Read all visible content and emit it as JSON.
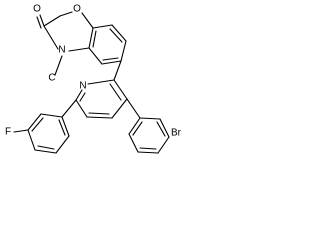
{
  "molecule": {
    "atoms": {
      "oxo_oxygen": "O",
      "ring_oxygen": "O",
      "ring_nitrogen": "N",
      "methyl_carbon": "C",
      "pyridine_nitrogen": "N",
      "fluorine": "F",
      "bromine": "Br"
    }
  },
  "colors": {
    "bond": "#000000",
    "label": "#000000",
    "background": "#ffffff"
  }
}
